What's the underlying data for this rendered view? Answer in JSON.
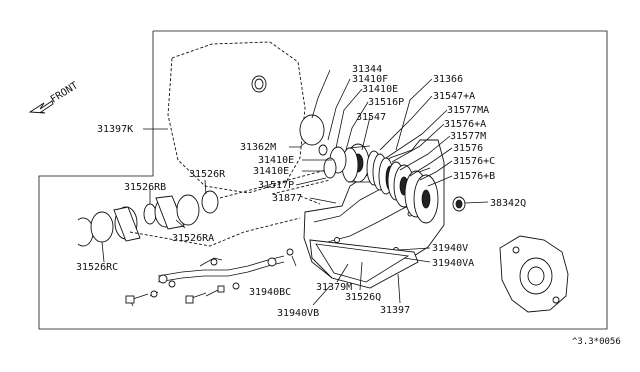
{
  "diagram": {
    "front_label": "FRONT",
    "footer_code": "^3.3*0056",
    "callouts": {
      "c31344": "31344",
      "c31410F": "31410F",
      "c31410E_a": "31410E",
      "c31516P": "31516P",
      "c31366": "31366",
      "c31547A": "31547+A",
      "c31577MA": "31577MA",
      "c31547": "31547",
      "c31576A": "31576+A",
      "c31577M": "31577M",
      "c31576": "31576",
      "c31576C": "31576+C",
      "c31576B": "31576+B",
      "c38342Q": "38342Q",
      "c31397K": "31397K",
      "c31362M": "31362M",
      "c31410E_b": "31410E",
      "c31410E_c": "31410E",
      "c31517P": "31517P",
      "c31877": "31877",
      "c31526RB": "31526RB",
      "c31526R": "31526R",
      "c31526RA": "31526RA",
      "c31526RC": "31526RC",
      "c31940V": "31940V",
      "c31940VA": "31940VA",
      "c31940BC": "31940BC",
      "c31379M": "31379M",
      "c31526Q": "31526Q",
      "c31940VB": "31940VB",
      "c31397": "31397"
    }
  }
}
